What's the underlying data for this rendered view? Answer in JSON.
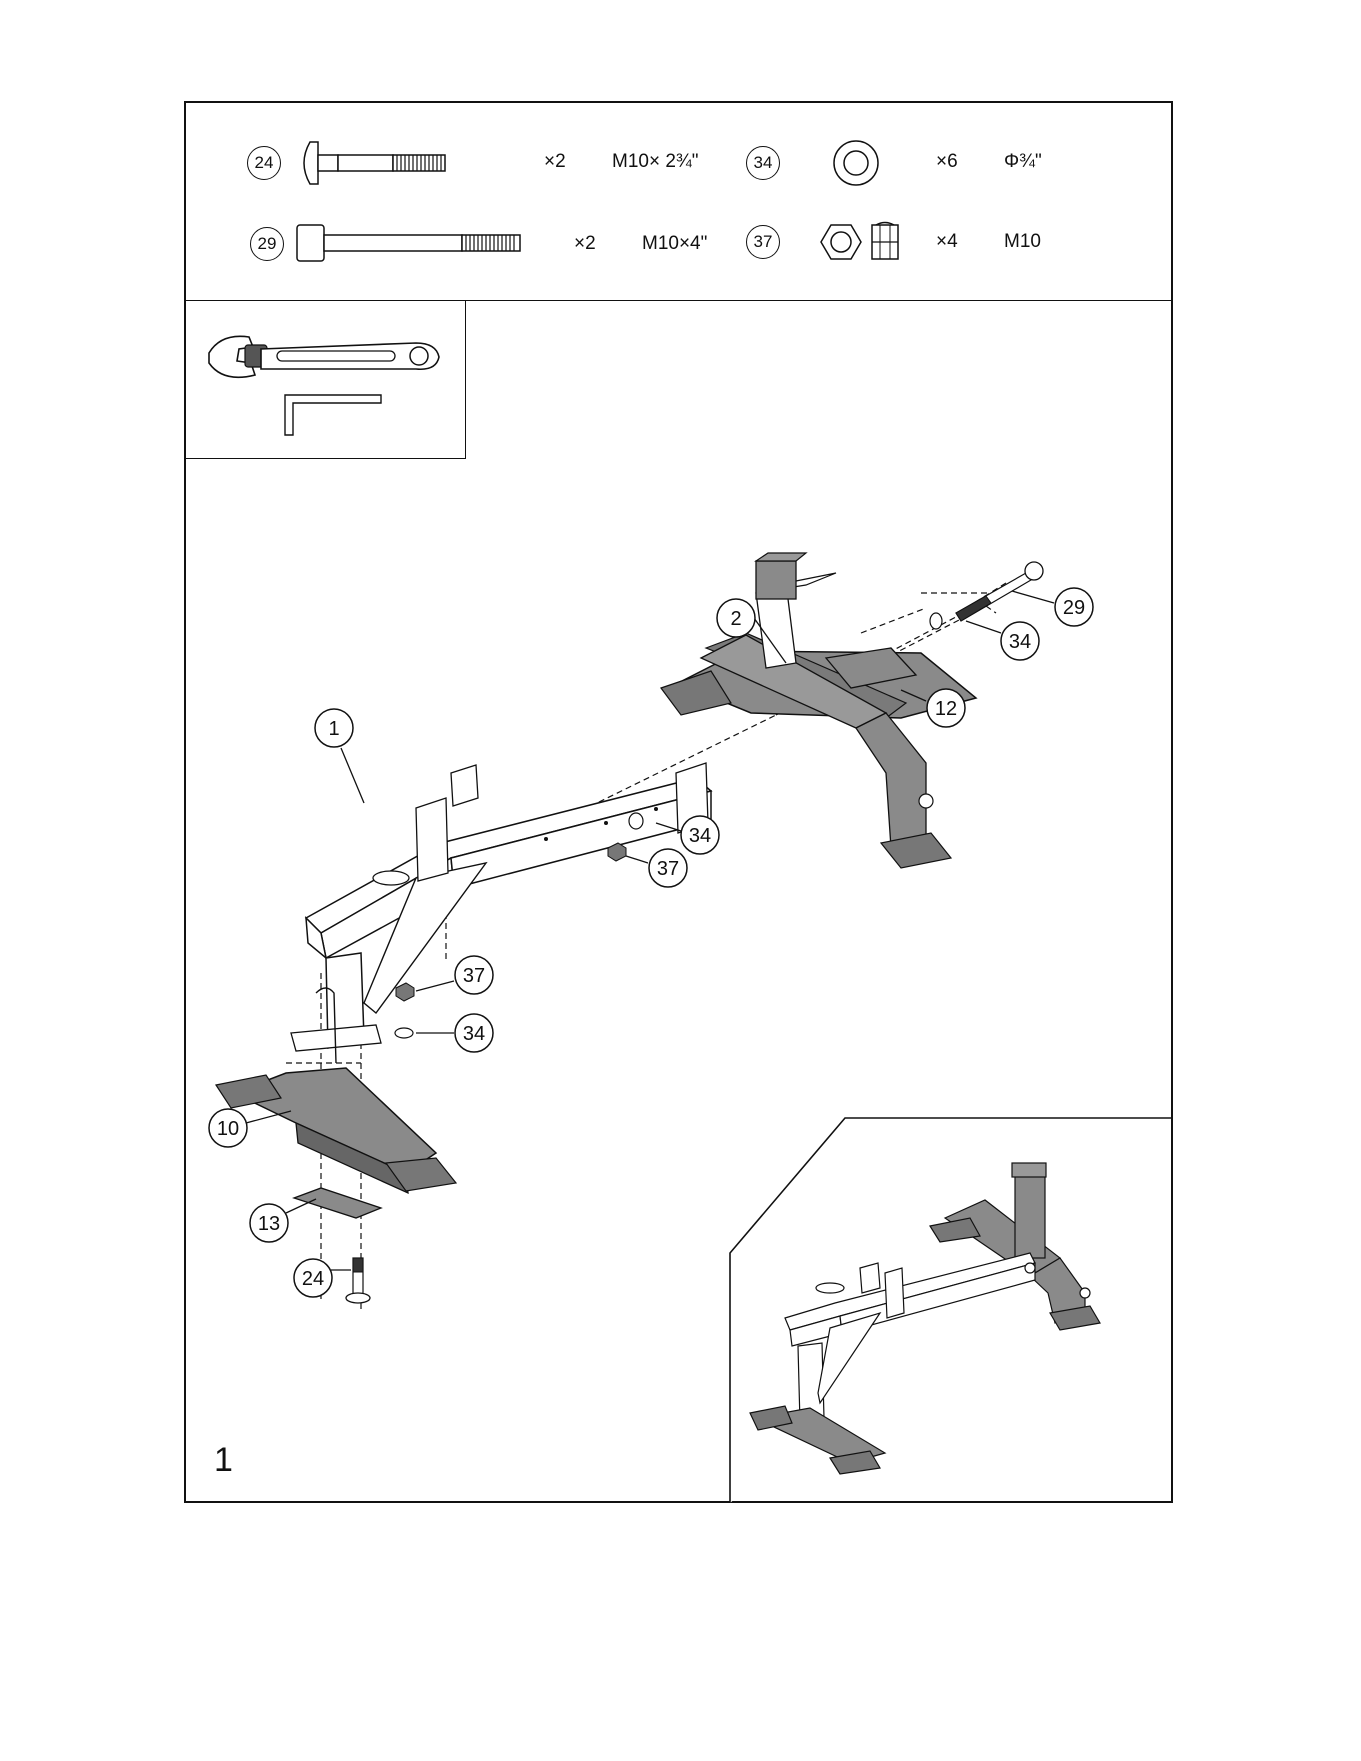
{
  "parts": [
    {
      "id": "24",
      "qty": "×2",
      "spec": "M10× 2¾\"",
      "icon": "carriage-bolt-icon"
    },
    {
      "id": "34",
      "qty": "×6",
      "spec": "Φ¾\"",
      "icon": "washer-icon"
    },
    {
      "id": "29",
      "qty": "×2",
      "spec": "M10×4\"",
      "icon": "hex-socket-bolt-icon"
    },
    {
      "id": "37",
      "qty": "×4",
      "spec": "M10",
      "icon": "nylon-nut-icon"
    }
  ],
  "tools": [
    "wrench-icon",
    "hex-key-icon"
  ],
  "callouts": {
    "c1": "1",
    "c2": "2",
    "c10": "10",
    "c12": "12",
    "c13": "13",
    "c24": "24",
    "c29": "29",
    "c34a": "34",
    "c34b": "34",
    "c34c": "34",
    "c37a": "37",
    "c37b": "37"
  },
  "step": "1"
}
